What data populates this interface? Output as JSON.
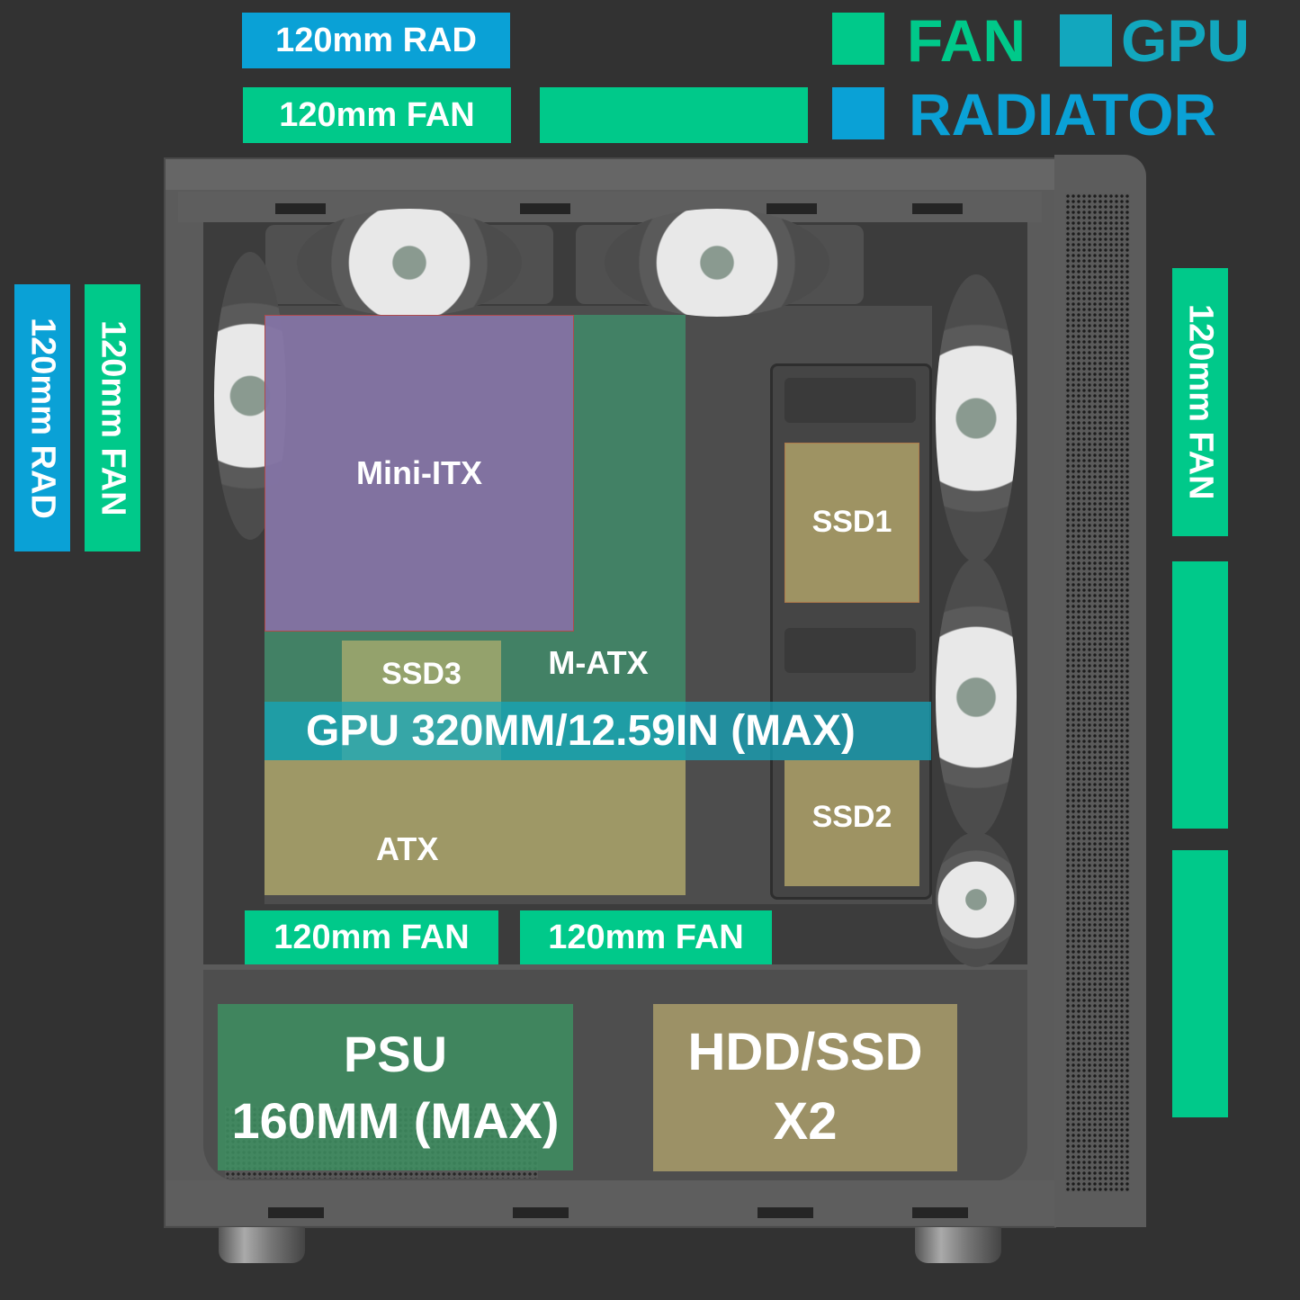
{
  "colors": {
    "fan": "#00c98a",
    "gpu": "#12a7be",
    "radiator": "#0aa1d6",
    "mini_itx": "#8a6fa8",
    "m_atx": "#3f8f6c",
    "atx_ssd": "#a69a66",
    "psu": "#3e8f62",
    "background": "#323232"
  },
  "legend": {
    "fan": "FAN",
    "gpu": "GPU",
    "radiator": "RADIATOR"
  },
  "top": {
    "rad_label": "120mm RAD",
    "fan_label": "120mm FAN"
  },
  "front_left": {
    "rad_label": "120mm RAD",
    "fan_label": "120mm FAN"
  },
  "right_side": {
    "fan_label": "120mm FAN"
  },
  "bottom_fans": [
    {
      "label": "120mm FAN"
    },
    {
      "label": "120mm FAN"
    }
  ],
  "zones": {
    "mini_itx": "Mini-ITX",
    "m_atx": "M-ATX",
    "atx": "ATX",
    "ssd1": "SSD1",
    "ssd2": "SSD2",
    "ssd3": "SSD3",
    "gpu": "GPU 320MM/12.59IN (MAX)",
    "psu_line1": "PSU",
    "psu_line2": "160MM (MAX)",
    "hdd_line1": "HDD/SSD",
    "hdd_line2": "X2"
  }
}
